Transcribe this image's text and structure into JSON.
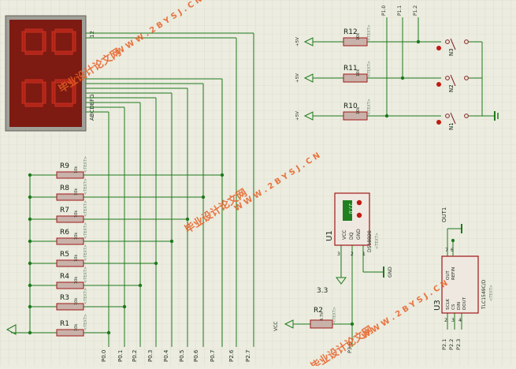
{
  "display": {
    "pins_top": "12",
    "pins_bottom": "ABCDEFG"
  },
  "left_resistors": [
    {
      "ref": "R9",
      "value": "10k",
      "text": "<TEXT>"
    },
    {
      "ref": "R8",
      "value": "10k",
      "text": "<TEXT>"
    },
    {
      "ref": "R7",
      "value": "10k",
      "text": "<TEXT>"
    },
    {
      "ref": "R6",
      "value": "10k",
      "text": "<TEXT>"
    },
    {
      "ref": "R5",
      "value": "10k",
      "text": "<TEXT>"
    },
    {
      "ref": "R4",
      "value": "10k",
      "text": "<TEXT>"
    },
    {
      "ref": "R3",
      "value": "10k",
      "text": "<TEXT>"
    },
    {
      "ref": "R1",
      "value": "10k",
      "text": "<TEXT>"
    }
  ],
  "port_labels": [
    "P0.0",
    "P0.1",
    "P0.2",
    "P0.3",
    "P0.4",
    "P0.5",
    "P0.6",
    "P0.7",
    "P2.6",
    "P2.7"
  ],
  "right_resistors": [
    {
      "ref": "R12",
      "value": "10k",
      "text": "<TEXT>",
      "supply": "+5V",
      "switch": "N3"
    },
    {
      "ref": "R11",
      "value": "10k",
      "text": "<TEXT>",
      "supply": "+5V",
      "switch": "N2"
    },
    {
      "ref": "R10",
      "value": "10k",
      "text": "<TEXT>",
      "supply": "+5V",
      "switch": "N1"
    }
  ],
  "top_ports": [
    "P1.0",
    "P1.1",
    "P1.2"
  ],
  "ds18b20": {
    "ref": "U1",
    "part": "DS18B20",
    "text": "<TEXT>",
    "reading": "27.0",
    "pins": [
      "VCC",
      "DQ",
      "GND"
    ],
    "pin_numbers": [
      "3",
      "2",
      "1"
    ],
    "gnd_label": "GND"
  },
  "r2": {
    "ref": "R2",
    "value": "4.7k",
    "text": "<TEXT>",
    "supply": "VCC",
    "port": "P3.6"
  },
  "tlc": {
    "ref": "U3",
    "part": "TLC1549C/D",
    "text": "<TEXT>",
    "pins_left": [
      "SCLK",
      "CS",
      "DIN",
      "DOUT"
    ],
    "pins_right": [
      "OUT",
      "REFIN"
    ],
    "pin_numbers_top": [
      "7",
      "6"
    ],
    "pin_numbers_bottom": [
      "2",
      "3",
      "4"
    ],
    "out_label": "OUT1",
    "ports": [
      "P2.1",
      "P2.2",
      "P2.3"
    ]
  },
  "misc": {
    "s_label": "3.3"
  },
  "watermarks": [
    "毕业设计论文网",
    "W W W . 2 B Y S J . C N"
  ],
  "colors": {
    "background": "#ecece0",
    "grid": "#d4d4c4",
    "wire": "#1c7a1c",
    "component": "#a01818",
    "resistor_fill": "#c8b0a8",
    "display_bg": "#9a1a10",
    "watermark": "#e65a20"
  }
}
